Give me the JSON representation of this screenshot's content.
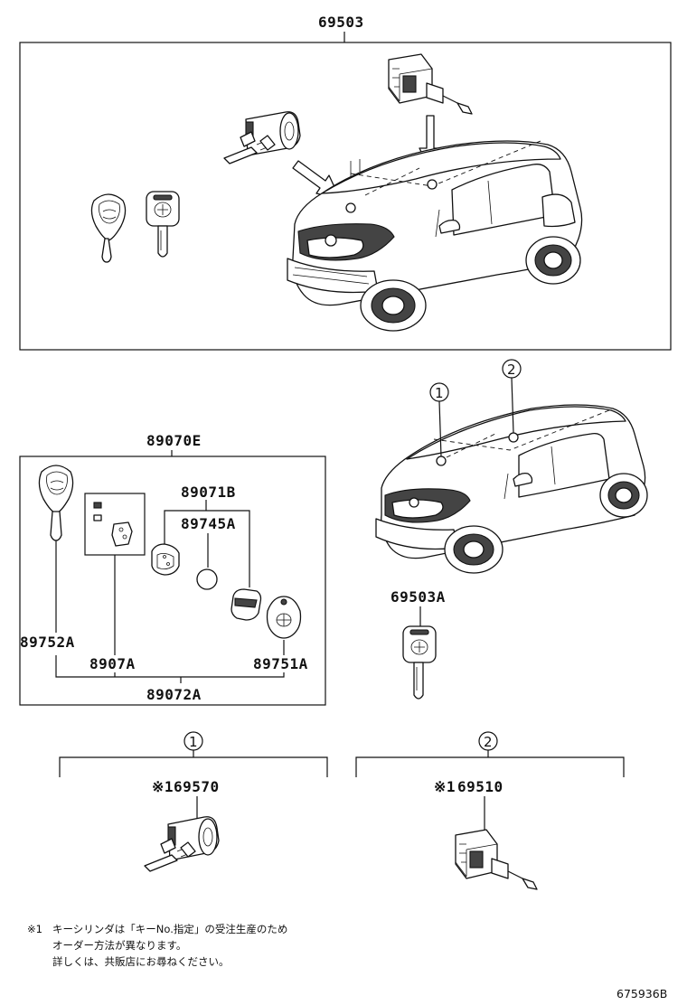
{
  "diagram": {
    "labels": {
      "kit_main": "69503",
      "remote_set": "89070E",
      "transmitter_case": "89071B",
      "battery": "89745A",
      "key_plate_a": "89752A",
      "key_plate_b": "89751A",
      "code_label": "8907A",
      "remote_assy": "89072A",
      "key_blank": "69503A",
      "door_cyl_part": "69570",
      "hatch_cyl_part": "69510",
      "note_mark_1": "※1",
      "note_mark_2": "※1",
      "circle_1": "1",
      "circle_2": "2",
      "ref_1": "1",
      "ref_2": "2",
      "figure_code": "675936B"
    },
    "footnote": {
      "mark": "※1",
      "line1": "キーシリンダは「キーNo.指定」の受注生産のため",
      "line2": "オーダー方法が異なります。",
      "line3": "詳しくは、共販店にお尋ねください。"
    }
  }
}
